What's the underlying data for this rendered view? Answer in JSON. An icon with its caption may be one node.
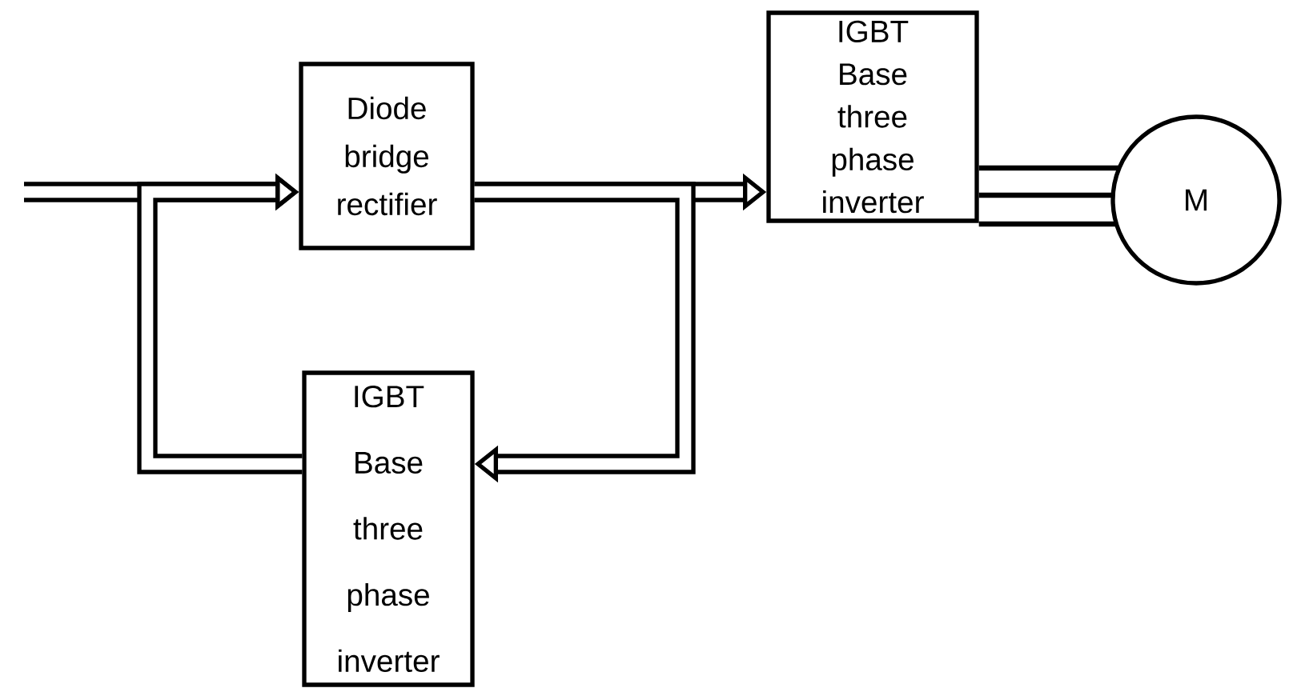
{
  "diagram": {
    "nodes": [
      {
        "text": [
          "Diode bridge rectifier"
        ]
      },
      {
        "text": [
          "IGBT Base three phase inverter"
        ]
      },
      {
        "text": [
          "M"
        ]
      },
      {
        "text": [
          "IGBT Base three phase inverter"
        ]
      }
    ],
    "edges": [
      {
        "from": null,
        "to": 0,
        "arrow": "to"
      },
      {
        "from": 0,
        "to": 1,
        "arrow": "to"
      },
      {
        "from": 0,
        "to": 3,
        "arrow": "to"
      },
      {
        "from": 3,
        "to": 0,
        "arrow": "to"
      },
      {
        "from": 1,
        "to": 2,
        "arrow": "none"
      },
      {
        "from": 1,
        "to": 2,
        "arrow": "none"
      },
      {
        "from": 1,
        "to": 2,
        "arrow": "none"
      }
    ]
  }
}
